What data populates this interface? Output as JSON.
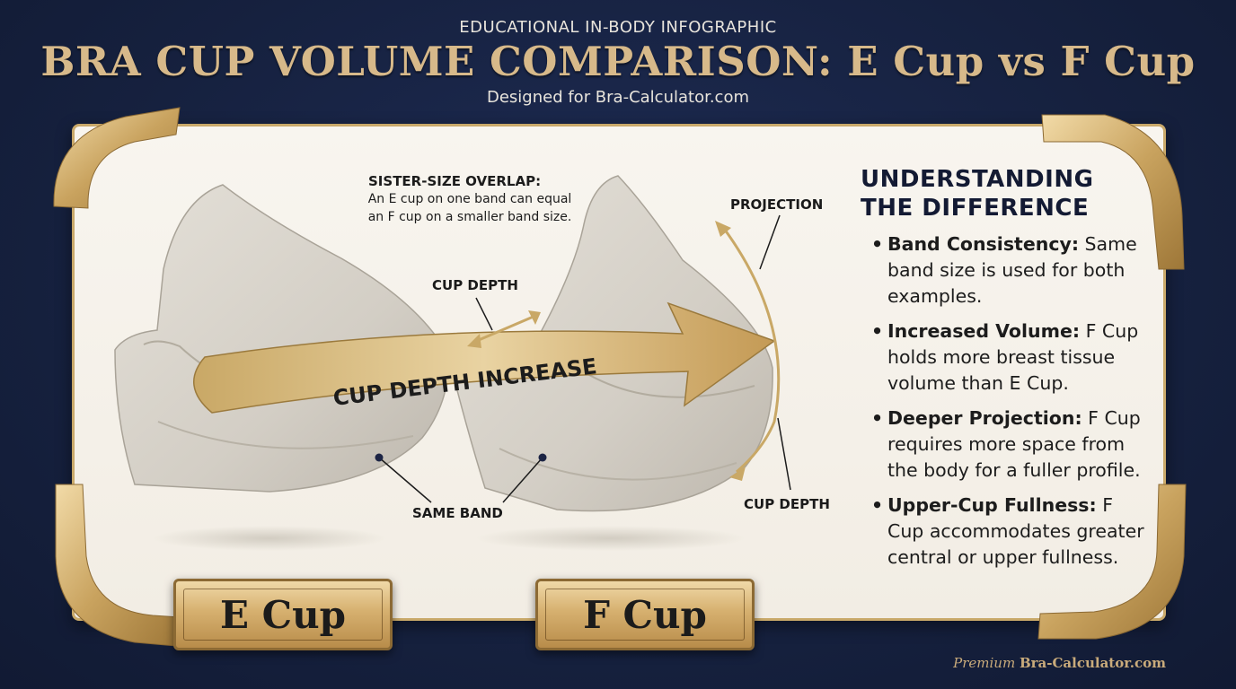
{
  "header": {
    "eyebrow": "EDUCATIONAL IN-BODY INFOGRAPHIC",
    "title": "BRA CUP VOLUME COMPARISON: E Cup vs F Cup",
    "subtitle": "Designed for Bra-Calculator.com"
  },
  "sister_size": {
    "title": "SISTER-SIZE OVERLAP:",
    "line1": "An E cup on one band can equal",
    "line2": "an F cup on a smaller band size."
  },
  "labels": {
    "projection": "PROJECTION",
    "cup_depth_top": "CUP DEPTH",
    "cup_depth_right": "CUP DEPTH",
    "same_band": "SAME BAND",
    "arrow_text": "CUP DEPTH INCREASE"
  },
  "sidebar": {
    "title_line1": "UNDERSTANDING",
    "title_line2": "THE DIFFERENCE",
    "items": [
      {
        "term": "Band Consistency:",
        "text": " Same band size is used for both examples."
      },
      {
        "term": "Increased Volume:",
        "text": " F Cup holds more breast tissue volume than E Cup."
      },
      {
        "term": "Deeper Projection:",
        "text": " F Cup requires more space from the body for a fuller profile."
      },
      {
        "term": "Upper-Cup Fullness:",
        "text": " F Cup accommodates greater central or upper fullness."
      }
    ]
  },
  "plaques": {
    "left": "E Cup",
    "right": "F Cup"
  },
  "footer": {
    "prefix": "Premium",
    "brand": "Bra-Calculator.com"
  },
  "colors": {
    "background": "#16213f",
    "gold": "#d7b98a",
    "card": "#f5f1ea",
    "bra_fabric": "#d9d5cd"
  }
}
